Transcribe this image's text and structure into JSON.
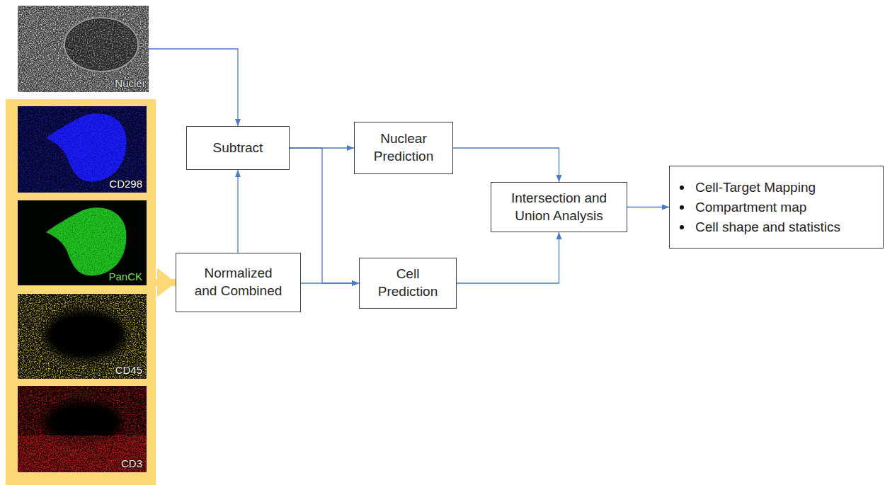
{
  "diagram": {
    "nodes": [
      {
        "text": [
          "Nuclei"
        ]
      },
      {
        "text": [
          "CD298"
        ]
      },
      {
        "text": [
          "PanCK"
        ]
      },
      {
        "text": [
          "CD45"
        ]
      },
      {
        "text": [
          "CD3"
        ]
      },
      {
        "text": [
          "Subtract"
        ]
      },
      {
        "text": [
          "Normalized and Combined"
        ]
      },
      {
        "text": [
          "Nuclear Prediction"
        ]
      },
      {
        "text": [
          "Cell Prediction"
        ]
      },
      {
        "text": [
          "Intersection and Union Analysis"
        ]
      },
      {
        "text": [
          "Cell-Target Mapping",
          "Compartment map",
          "Cell shape and statistics"
        ]
      }
    ],
    "edges": [
      {
        "from": 0,
        "to": 5,
        "arrow": "to"
      },
      {
        "from": 1,
        "to": 6,
        "arrow": "to"
      },
      {
        "from": 2,
        "to": 6,
        "arrow": "to"
      },
      {
        "from": 3,
        "to": 6,
        "arrow": "to"
      },
      {
        "from": 4,
        "to": 6,
        "arrow": "to"
      },
      {
        "from": 6,
        "to": 5,
        "arrow": "to"
      },
      {
        "from": 5,
        "to": 7,
        "arrow": "to"
      },
      {
        "from": 5,
        "to": 8,
        "arrow": "to"
      },
      {
        "from": 6,
        "to": 8,
        "arrow": "to"
      },
      {
        "from": 7,
        "to": 9,
        "arrow": "to"
      },
      {
        "from": 8,
        "to": 9,
        "arrow": "to"
      },
      {
        "from": 9,
        "to": 10,
        "arrow": "to"
      }
    ]
  }
}
